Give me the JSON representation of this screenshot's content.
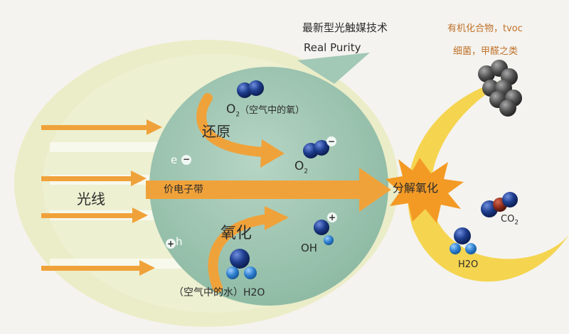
{
  "callout": {
    "line1": "最新型光触媒技术",
    "line2": "Real Purity"
  },
  "pollutants": {
    "line1": "有机化合物，tvoc",
    "line2": "细菌，甲醛之类"
  },
  "light_label": "光线",
  "valence_band": "价电子带",
  "reduction": "还原",
  "oxidation": "氧化",
  "decompose": "分解氧化",
  "electron": {
    "symbol": "e",
    "sign": "−"
  },
  "hole": {
    "symbol": "h",
    "sign": "+"
  },
  "o2_top": {
    "symbol": "O",
    "sub": "2",
    "note": "（空气中的氧）"
  },
  "o2_mid": {
    "symbol": "O",
    "sub": "2",
    "sign": "−"
  },
  "oh": {
    "symbol": "OH",
    "sign": "+"
  },
  "water_label": "（空气中的水）H2O",
  "co2": {
    "symbol": "CO",
    "sub": "2"
  },
  "h2o_product": "H2O",
  "colors": {
    "sphere": "#a2c8b6",
    "halo": "#ebedc8",
    "arrow": "#f0a23a",
    "crescent": "#f5d44f",
    "burst": "#f39a25",
    "molecule_blue": "#1d3c8c",
    "molecule_light": "#2f7fcf",
    "pollutant_gray": "#555555",
    "co2_red": "#8a2a1a"
  }
}
